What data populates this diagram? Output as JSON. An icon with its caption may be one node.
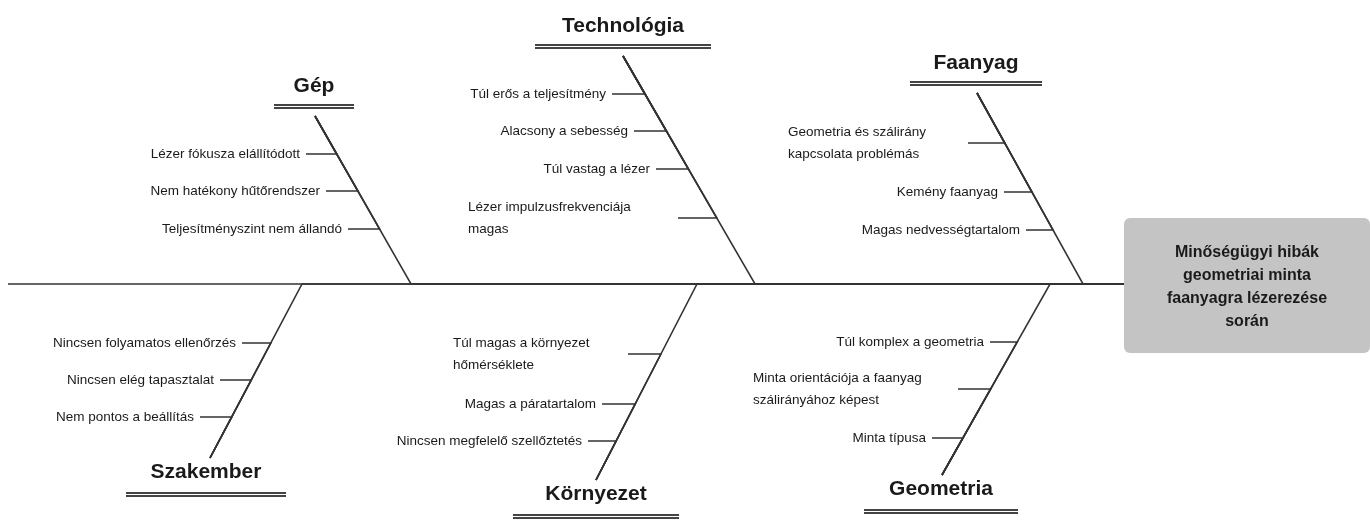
{
  "diagram": {
    "nodes": [
      {
        "text": [
          "Minőségügyi hibák geometriai minta faanyagra lézerezése során"
        ]
      },
      {
        "text": [
          "Gép"
        ]
      },
      {
        "text": [
          "Technológia"
        ]
      },
      {
        "text": [
          "Faanyag"
        ]
      },
      {
        "text": [
          "Szakember"
        ]
      },
      {
        "text": [
          "Környezet"
        ]
      },
      {
        "text": [
          "Geometria"
        ]
      },
      {
        "text": [
          "Lézer fókusza elállítódott"
        ]
      },
      {
        "text": [
          "Nem hatékony hűtőrendszer"
        ]
      },
      {
        "text": [
          "Teljesítményszint nem állandó"
        ]
      },
      {
        "text": [
          "Túl erős a teljesítmény"
        ]
      },
      {
        "text": [
          "Alacsony a sebesség"
        ]
      },
      {
        "text": [
          "Túl vastag a lézer"
        ]
      },
      {
        "text": [
          "Lézer impulzusfrekvenciája magas"
        ]
      },
      {
        "text": [
          "Geometria és szálirány kapcsolata problémás"
        ]
      },
      {
        "text": [
          "Kemény faanyag"
        ]
      },
      {
        "text": [
          "Magas nedvességtartalom"
        ]
      },
      {
        "text": [
          "Nincsen folyamatos ellenőrzés"
        ]
      },
      {
        "text": [
          "Nincsen elég tapasztalat"
        ]
      },
      {
        "text": [
          "Nem pontos a beállítás"
        ]
      },
      {
        "text": [
          "Túl magas a környezet hőmérséklete"
        ]
      },
      {
        "text": [
          "Magas a páratartalom"
        ]
      },
      {
        "text": [
          "Nincsen megfelelő szellőztetés"
        ]
      },
      {
        "text": [
          "Túl komplex a geometria"
        ]
      },
      {
        "text": [
          "Minta orientációja a faanyag szálirányához képest"
        ]
      },
      {
        "text": [
          "Minta típusa"
        ]
      }
    ],
    "edges": [
      {
        "from": null,
        "to": 0,
        "arrow": "none"
      },
      {
        "from": 1,
        "to": 0,
        "arrow": "none"
      },
      {
        "from": 2,
        "to": 0,
        "arrow": "none"
      },
      {
        "from": 3,
        "to": 0,
        "arrow": "none"
      },
      {
        "from": 4,
        "to": 0,
        "arrow": "none"
      },
      {
        "from": 5,
        "to": 0,
        "arrow": "none"
      },
      {
        "from": 6,
        "to": 0,
        "arrow": "none"
      },
      {
        "from": 7,
        "to": 1,
        "arrow": "none"
      },
      {
        "from": 8,
        "to": 1,
        "arrow": "none"
      },
      {
        "from": 9,
        "to": 1,
        "arrow": "none"
      },
      {
        "from": 10,
        "to": 2,
        "arrow": "none"
      },
      {
        "from": 11,
        "to": 2,
        "arrow": "none"
      },
      {
        "from": 12,
        "to": 2,
        "arrow": "none"
      },
      {
        "from": 13,
        "to": 2,
        "arrow": "none"
      },
      {
        "from": 14,
        "to": 3,
        "arrow": "none"
      },
      {
        "from": 15,
        "to": 3,
        "arrow": "none"
      },
      {
        "from": 16,
        "to": 3,
        "arrow": "none"
      },
      {
        "from": 17,
        "to": 4,
        "arrow": "none"
      },
      {
        "from": 18,
        "to": 4,
        "arrow": "none"
      },
      {
        "from": 19,
        "to": 4,
        "arrow": "none"
      },
      {
        "from": 20,
        "to": 5,
        "arrow": "none"
      },
      {
        "from": 21,
        "to": 5,
        "arrow": "none"
      },
      {
        "from": 22,
        "to": 5,
        "arrow": "none"
      },
      {
        "from": 23,
        "to": 6,
        "arrow": "none"
      },
      {
        "from": 24,
        "to": 6,
        "arrow": "none"
      },
      {
        "from": 25,
        "to": 6,
        "arrow": "none"
      }
    ]
  }
}
